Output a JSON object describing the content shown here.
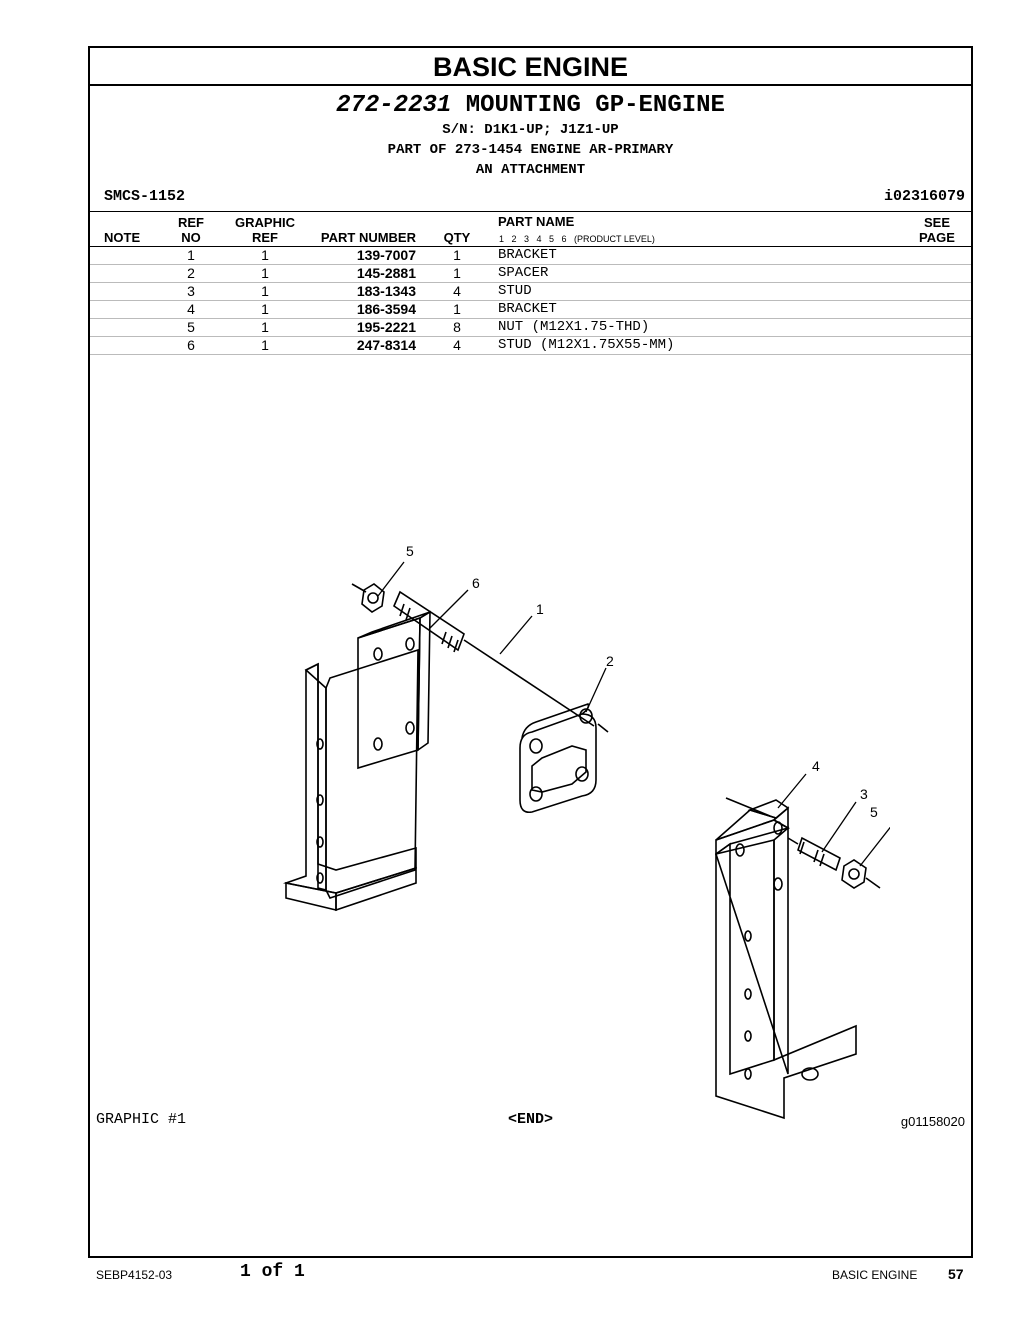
{
  "section_title": "BASIC ENGINE",
  "group": {
    "number": "272-2231",
    "name": "MOUNTING GP-ENGINE",
    "serial": "S/N: D1K1-UP; J1Z1-UP",
    "part_of": "PART OF 273-1454 ENGINE AR-PRIMARY",
    "attachment": "AN ATTACHMENT",
    "smcs": "SMCS-1152",
    "id": "i02316079"
  },
  "table": {
    "headers": {
      "note": "NOTE",
      "ref_top": "REF",
      "ref_bottom": "NO",
      "graphic_top": "GRAPHIC",
      "graphic_bottom": "REF",
      "part_number": "PART NUMBER",
      "qty": "QTY",
      "part_name": "PART NAME",
      "levels": "1   2   3   4   5   6   (PRODUCT LEVEL)",
      "see_top": "SEE",
      "see_bottom": "PAGE"
    },
    "rows": [
      {
        "ref": "1",
        "graphic": "1",
        "part_number": "139-7007",
        "qty": "1",
        "name": "BRACKET"
      },
      {
        "ref": "2",
        "graphic": "1",
        "part_number": "145-2881",
        "qty": "1",
        "name": "SPACER"
      },
      {
        "ref": "3",
        "graphic": "1",
        "part_number": "183-1343",
        "qty": "4",
        "name": "STUD"
      },
      {
        "ref": "4",
        "graphic": "1",
        "part_number": "186-3594",
        "qty": "1",
        "name": "BRACKET"
      },
      {
        "ref": "5",
        "graphic": "1",
        "part_number": "195-2221",
        "qty": "8",
        "name": "NUT  (M12X1.75-THD)"
      },
      {
        "ref": "6",
        "graphic": "1",
        "part_number": "247-8314",
        "qty": "4",
        "name": "STUD  (M12X1.75X55-MM)"
      }
    ]
  },
  "callouts": [
    "5",
    "6",
    "1",
    "2",
    "4",
    "3",
    "5"
  ],
  "graphic_label": "GRAPHIC #1",
  "end_marker": "<END>",
  "graphic_id": "g01158020",
  "footer": {
    "doc_number": "SEBP4152-03",
    "page_count": "1 of 1",
    "section": "BASIC ENGINE",
    "page_number": "57"
  }
}
